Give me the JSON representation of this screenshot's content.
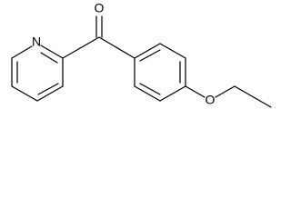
{
  "molecule": {
    "atoms": {
      "oxygen_carbonyl": "O",
      "nitrogen_pyridine": "N",
      "oxygen_ether": "O"
    }
  }
}
